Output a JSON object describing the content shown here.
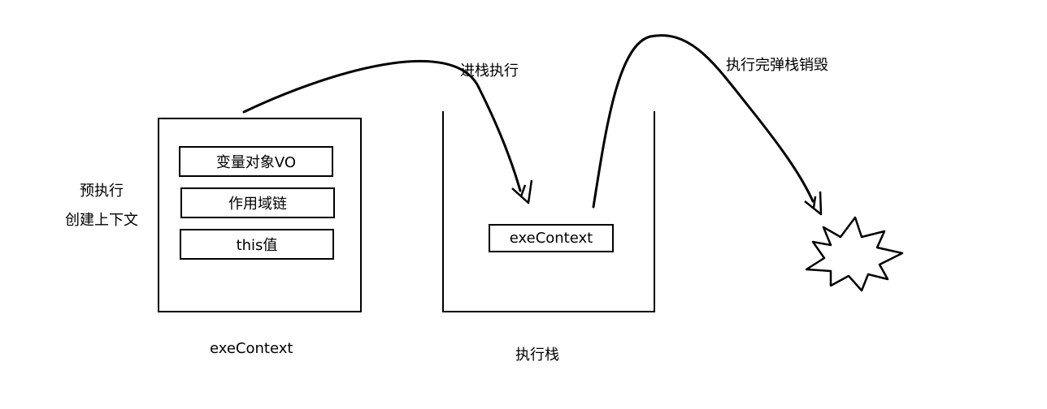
{
  "left_labels": {
    "line1": "预执行",
    "line2": "创建上下文"
  },
  "context_box": {
    "items": [
      "变量对象VO",
      "作用域链",
      "this值"
    ],
    "caption": "exeContext"
  },
  "stack": {
    "item": "exeContext",
    "caption": "执行栈"
  },
  "arrows": {
    "push_label": "进栈执行",
    "pop_label": "执行完弹栈销毁"
  }
}
